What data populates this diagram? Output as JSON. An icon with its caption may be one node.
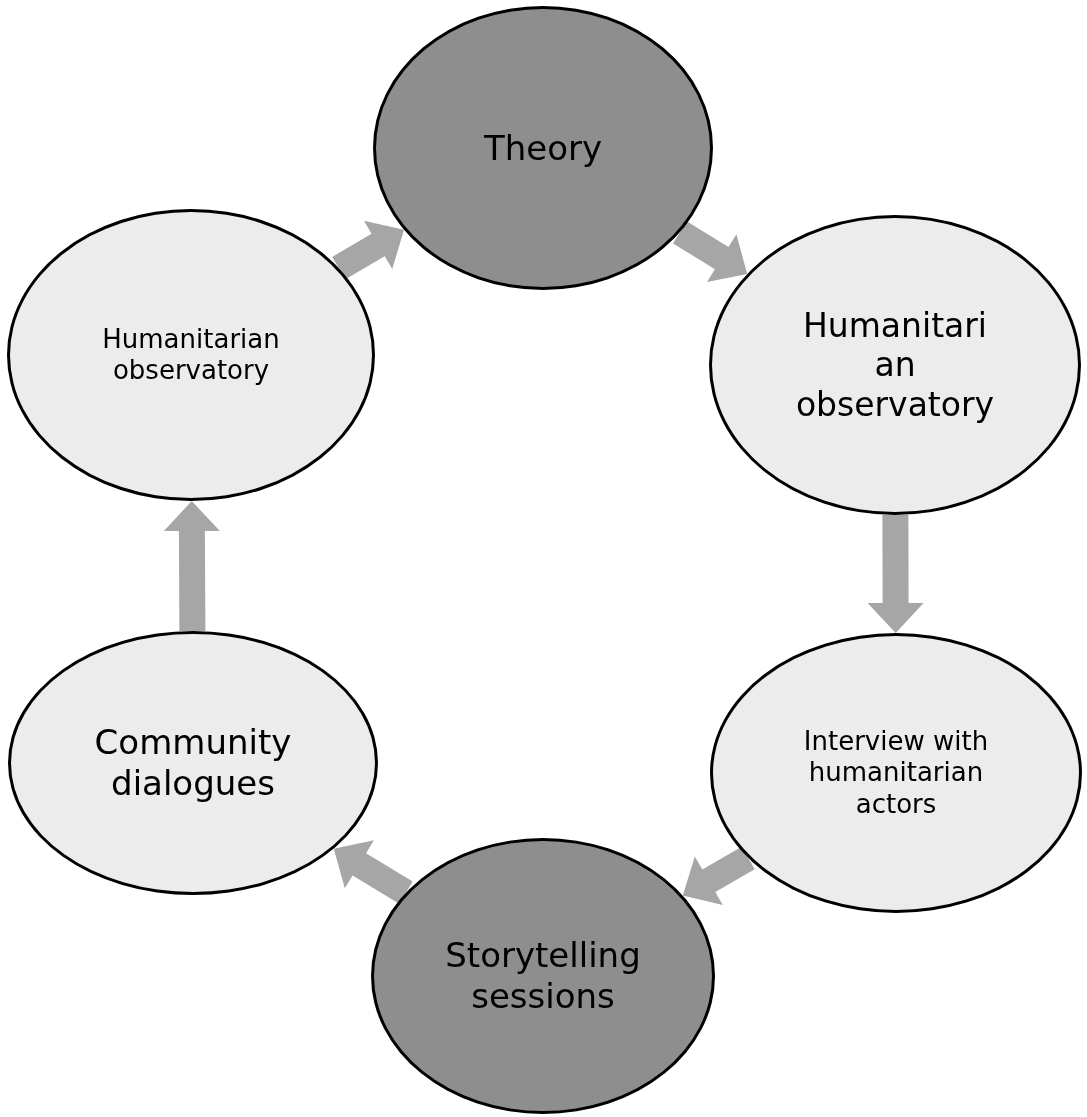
{
  "diagram": {
    "nodes": [
      {
        "text": [
          "Theory"
        ]
      },
      {
        "text": [
          "Humanitarian observatory"
        ]
      },
      {
        "text": [
          "Interview with humanitarian actors"
        ]
      },
      {
        "text": [
          "Storytelling sessions"
        ]
      },
      {
        "text": [
          "Community dialogues"
        ]
      },
      {
        "text": [
          "Humanitarian observatory"
        ]
      }
    ],
    "edges": [
      {
        "from": 0,
        "to": 1,
        "arrow": "to",
        "style": "thick"
      },
      {
        "from": 1,
        "to": 2,
        "arrow": "to",
        "style": "thick"
      },
      {
        "from": 2,
        "to": 3,
        "arrow": "to",
        "style": "thick"
      },
      {
        "from": 3,
        "to": 4,
        "arrow": "to",
        "style": "thick"
      },
      {
        "from": 4,
        "to": 5,
        "arrow": "to",
        "style": "thick"
      },
      {
        "from": 5,
        "to": 0,
        "arrow": "to",
        "style": "thick"
      }
    ]
  }
}
